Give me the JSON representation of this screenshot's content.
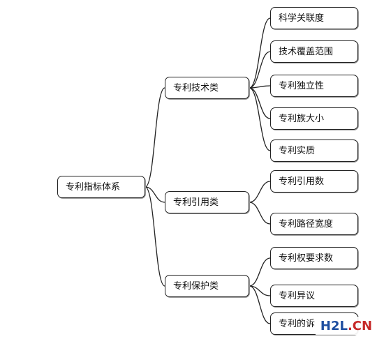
{
  "root": {
    "label": "专利指标体系"
  },
  "categories": [
    {
      "label": "专利技术类",
      "items": [
        "科学关联度",
        "技术覆盖范围",
        "专利独立性",
        "专利族大小",
        "专利实质"
      ]
    },
    {
      "label": "专利引用类",
      "items": [
        "专利引用数",
        "专利路径宽度"
      ]
    },
    {
      "label": "专利保护类",
      "items": [
        "专利权要求数",
        "专利异议",
        "专利的诉"
      ]
    }
  ],
  "watermark": {
    "part1": "H2L",
    "part2": ".CN"
  }
}
